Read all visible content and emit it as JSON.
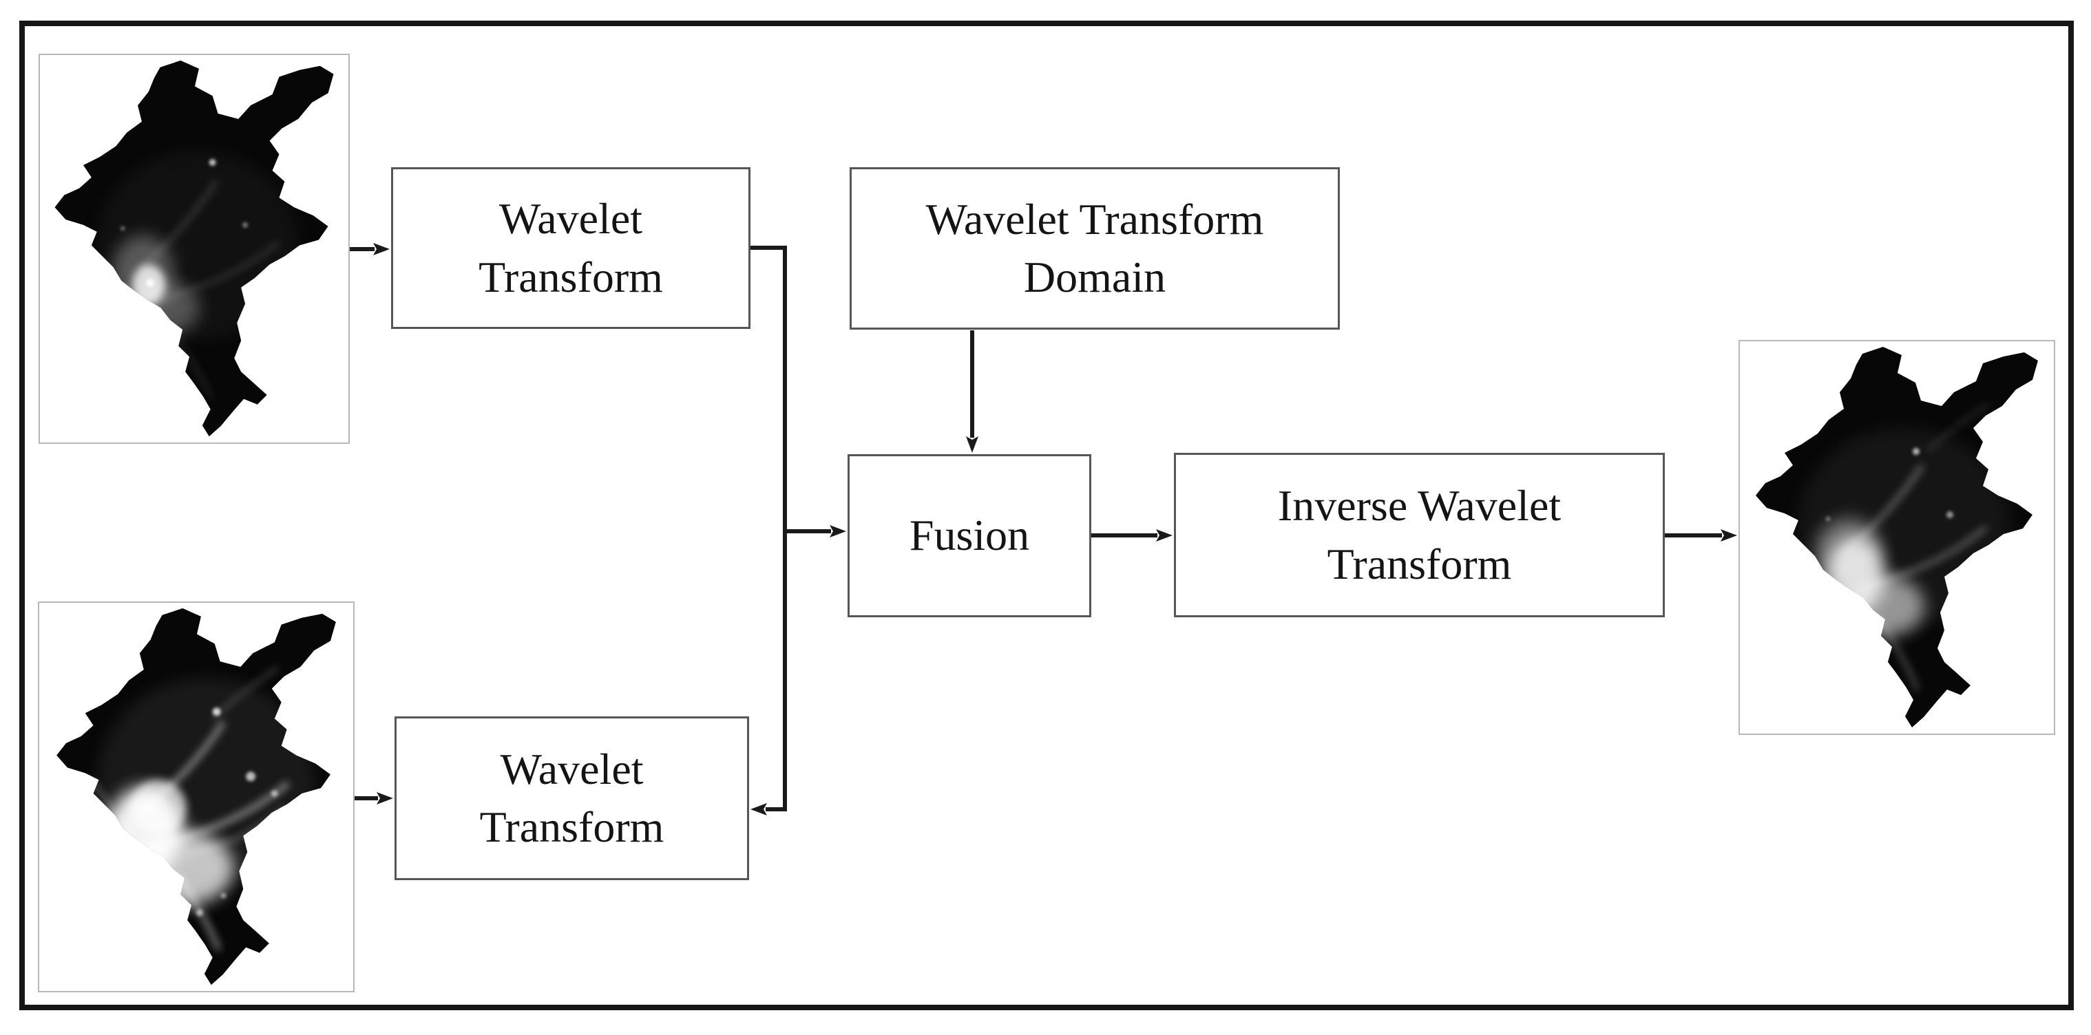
{
  "figure": {
    "type": "flowchart",
    "description": "Wavelet-transform image fusion flow diagram with nighttime-light map images",
    "nodes": {
      "wavelet_transform_top": {
        "label": "Wavelet Transform"
      },
      "wavelet_transform_domain": {
        "label": "Wavelet Transform Domain"
      },
      "fusion": {
        "label": "Fusion"
      },
      "inverse_wavelet_transform": {
        "label": "Inverse Wavelet Transform"
      },
      "wavelet_transform_bottom": {
        "label": "Wavelet Transform"
      }
    },
    "images": {
      "input_top": "nighttime-lights-map-dark",
      "input_bottom": "nighttime-lights-map-bright",
      "output": "fused-nighttime-lights-map"
    },
    "colors": {
      "connector": "#1a1a1a",
      "node_border": "#565656",
      "image_border": "#b8b8b8",
      "outer_border": "#161616",
      "text": "#141414",
      "background": "#ffffff"
    }
  }
}
